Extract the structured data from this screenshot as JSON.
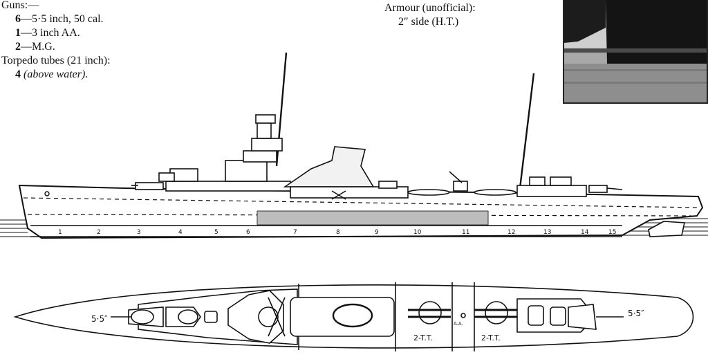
{
  "specs": {
    "guns_heading": "Guns:—",
    "guns": [
      {
        "count": "6",
        "desc": "—5·5 inch, 50 cal."
      },
      {
        "count": "1",
        "desc": "—3 inch AA."
      },
      {
        "count": "2",
        "desc": "—M.G."
      }
    ],
    "torpedo_heading": "Torpedo tubes (21 inch):",
    "torpedo": {
      "count": "4",
      "desc": "(above water)."
    }
  },
  "armour": {
    "heading": "Armour (unofficial):",
    "value": "2″ side (H.T.)"
  },
  "profile": {
    "sections": [
      "1",
      "2",
      "3",
      "4",
      "5",
      "6",
      "7",
      "8",
      "9",
      "10",
      "11",
      "12",
      "13",
      "14",
      "15"
    ]
  },
  "plan": {
    "fore_gun_label": "5·5″",
    "aft_gun_label": "5·5″",
    "tt_label_1": "2-T.T.",
    "tt_label_2": "2-T.T.",
    "aa_label": "A.A."
  },
  "colors": {
    "ink": "#111111",
    "armour_belt": "#b8b8b8",
    "water": "#555555"
  }
}
